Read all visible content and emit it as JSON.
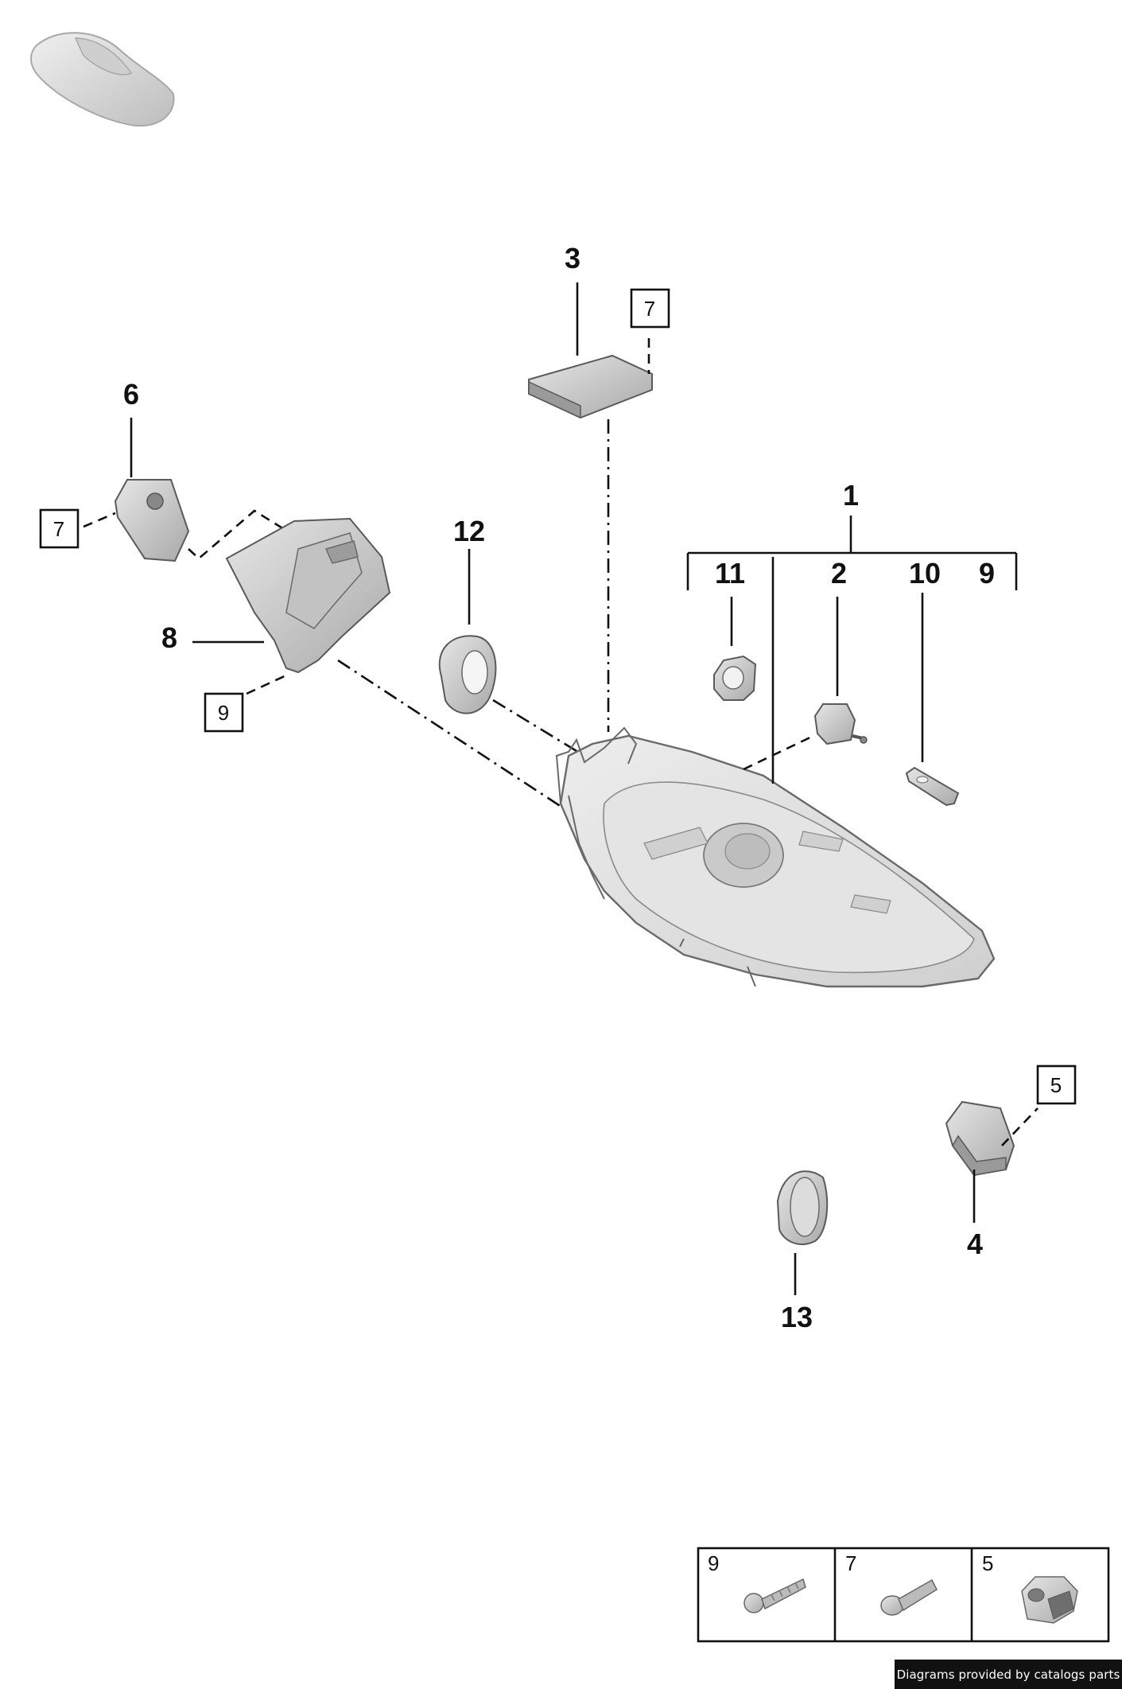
{
  "callouts": {
    "c1": "1",
    "c2": "2",
    "c3": "3",
    "c4": "4",
    "c6": "6",
    "c8": "8",
    "c9": "9",
    "c10": "10",
    "c11": "11",
    "c12": "12",
    "c13": "13"
  },
  "boxed_refs": {
    "b7_top": "7",
    "b7_left": "7",
    "b9_left": "9",
    "b5_right": "5"
  },
  "legend": [
    {
      "num": "9",
      "icon": "screw-icon"
    },
    {
      "num": "7",
      "icon": "bolt-icon"
    },
    {
      "num": "5",
      "icon": "nut-icon"
    }
  ],
  "footer": "Diagrams provided by catalogs parts",
  "colors": {
    "line": "#111111",
    "part_fill": "#d9d9d9",
    "footer_bg": "#111111"
  }
}
